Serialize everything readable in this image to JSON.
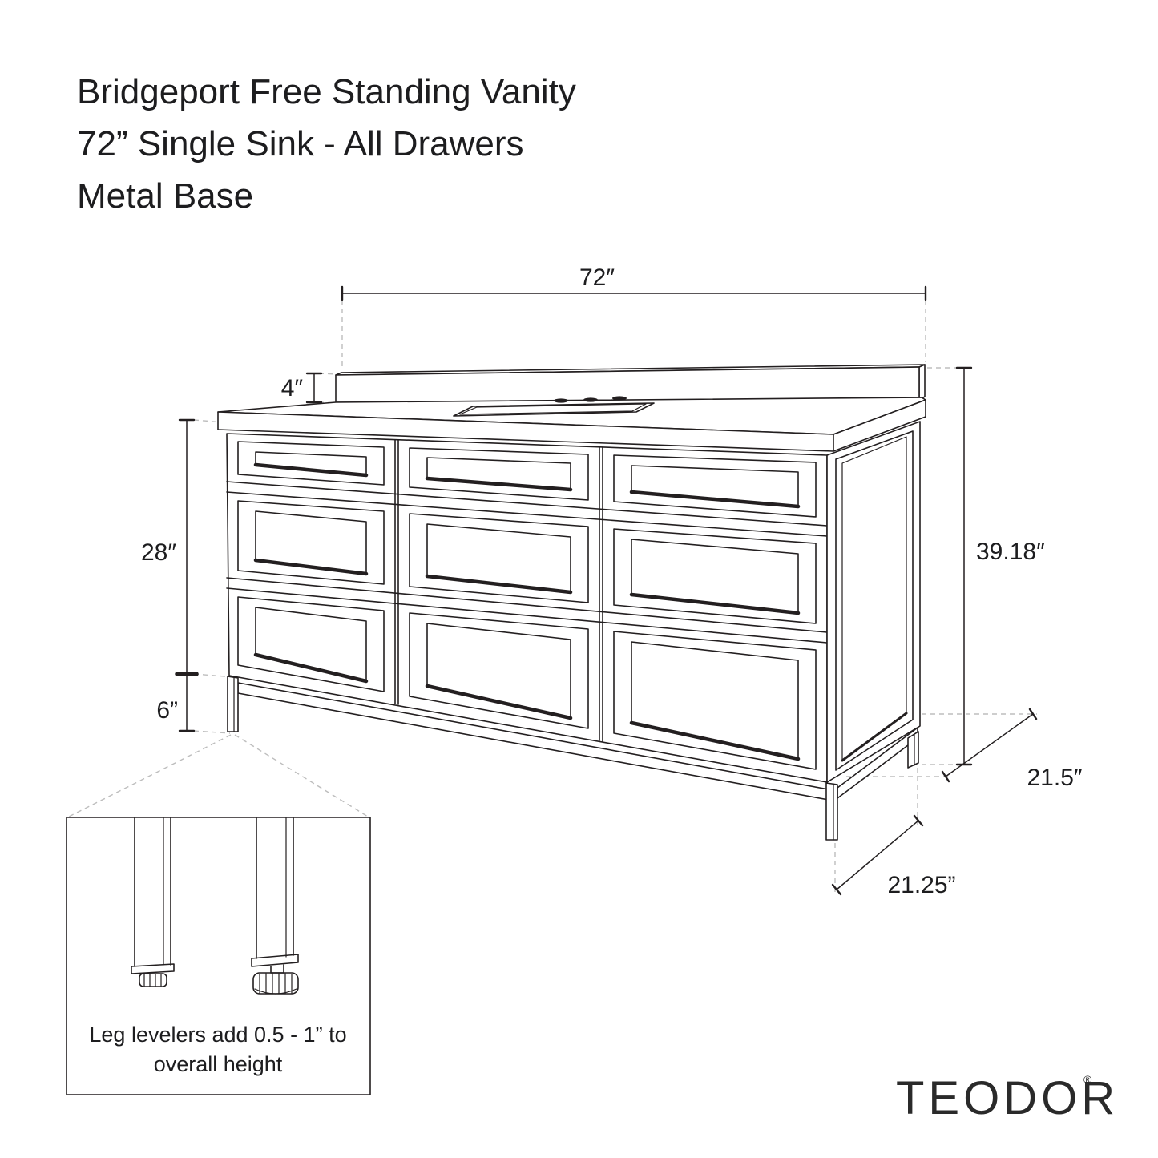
{
  "title": {
    "line1": "Bridgeport Free Standing Vanity",
    "line2": "72” Single Sink - All Drawers",
    "line3": "Metal Base"
  },
  "dimensions": {
    "top_width": "72″",
    "backsplash_height": "4″",
    "cabinet_height": "28″",
    "leg_height": "6”",
    "overall_height": "39.18″",
    "overall_depth": "21.5″",
    "base_depth": "21.25”"
  },
  "inset_note": {
    "line1": "Leg levelers add 0.5 - 1” to",
    "line2": "overall height"
  },
  "brand": {
    "name": "TEODOR",
    "mark": "®"
  },
  "colors": {
    "line": "#231f20",
    "dashed_line": "#bdbdbd",
    "background": "#ffffff"
  }
}
